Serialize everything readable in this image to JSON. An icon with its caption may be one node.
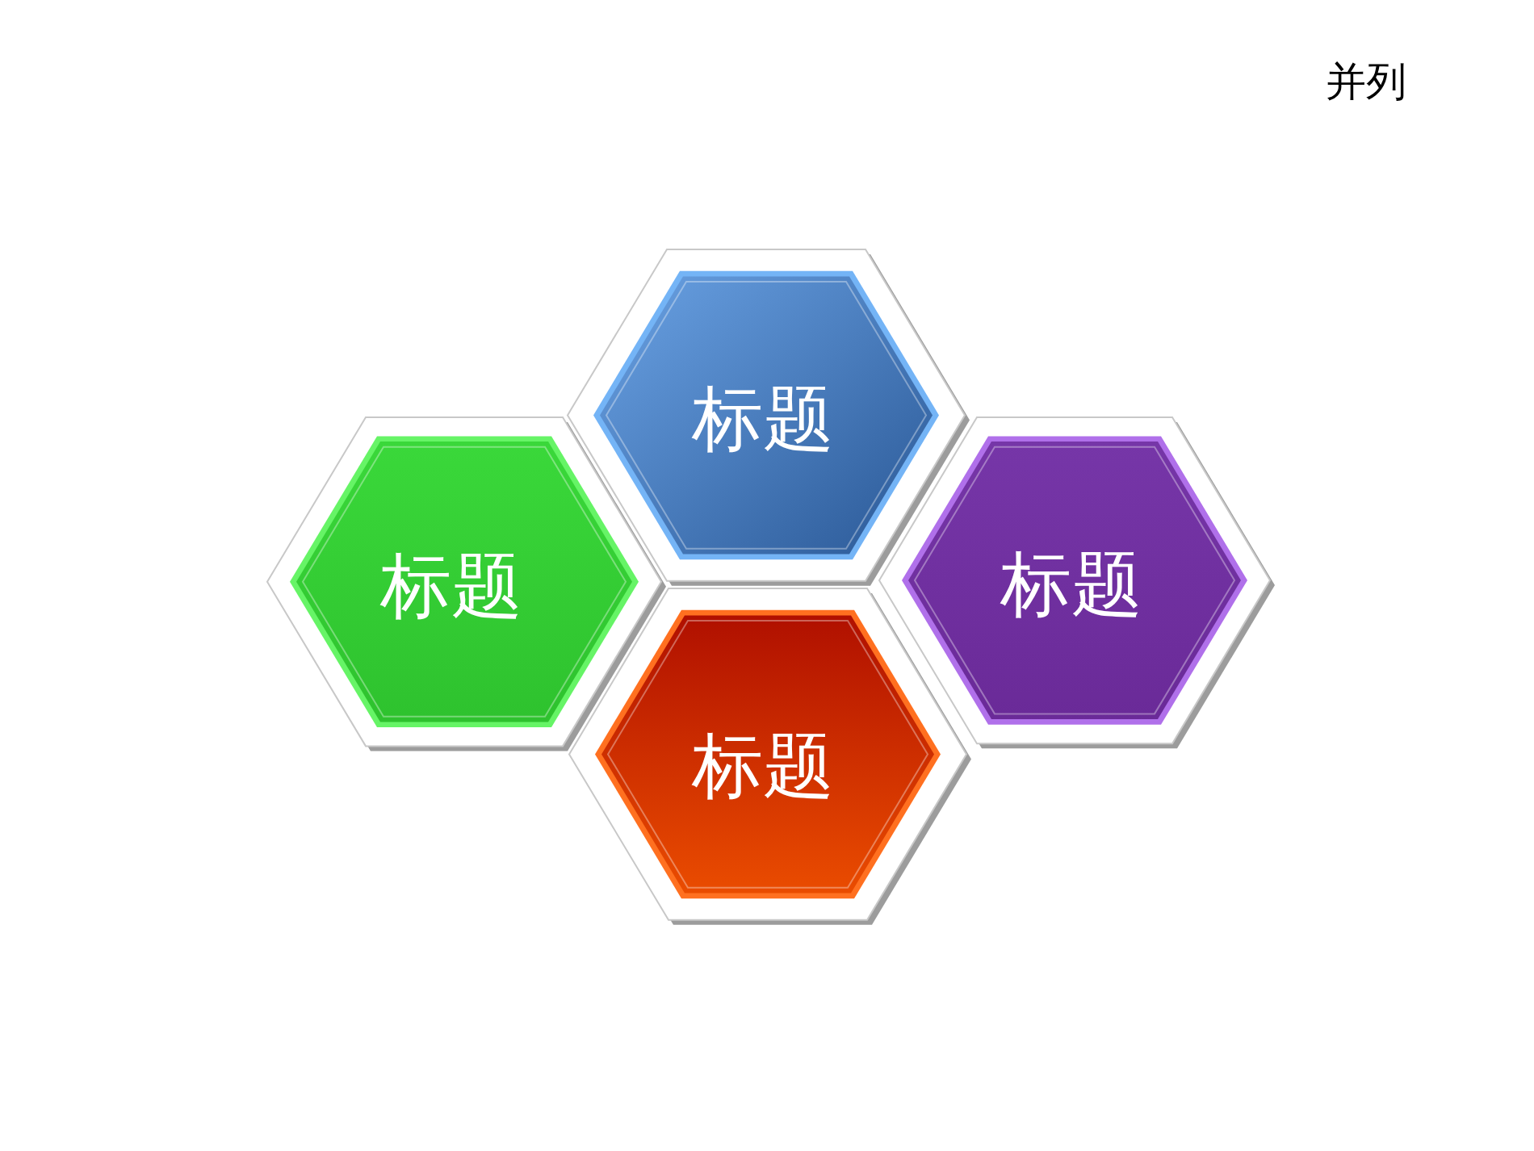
{
  "diagram": {
    "title": "并列",
    "nodes": [
      {
        "text": [
          "标题"
        ]
      },
      {
        "text": [
          "标题"
        ]
      },
      {
        "text": [
          "标题"
        ]
      },
      {
        "text": [
          "标题"
        ]
      }
    ]
  }
}
